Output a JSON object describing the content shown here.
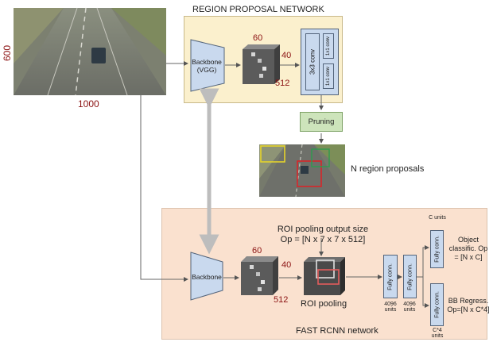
{
  "rpn": {
    "title": "REGION PROPOSAL NETWORK",
    "backbone": "Backbone (VGG)",
    "dim_top": "60",
    "dim_side": "40",
    "dim_depth": "512",
    "conv3": "3x3 conv",
    "conv1a": "1x1 conv",
    "conv1b": "1x1 conv"
  },
  "image": {
    "height": "600",
    "width": "1000"
  },
  "pruning": "Pruning",
  "proposals": "N region proposals",
  "roi_size": {
    "line1": "ROI pooling output size",
    "line2": "Op = [N x 7 x 7 x 512]"
  },
  "fast": {
    "title": "FAST RCNN network",
    "backbone": "Backbone",
    "dim_top": "60",
    "dim_side": "40",
    "dim_depth": "512",
    "roi_pooling": "ROI pooling",
    "fc1": "Fully conn.",
    "fc2": "Fully conn.",
    "fc1_units": "4096 units",
    "fc2_units": "4096 units",
    "fc_cls": "Fully conn.",
    "fc_reg": "Fully conn.",
    "cls_units": "C units",
    "reg_units": "C*4 units",
    "cls_label": "Object classific. Op = [N x C]",
    "reg_label": "BB Regress. Op=[N x C*4]"
  },
  "colors": {
    "rpn_bg": "#fbf0cd",
    "fast_bg": "#fae1cf",
    "block_blue": "#c9d9ee",
    "prune_green": "#cde4bb",
    "dim_red": "#8b1111"
  }
}
